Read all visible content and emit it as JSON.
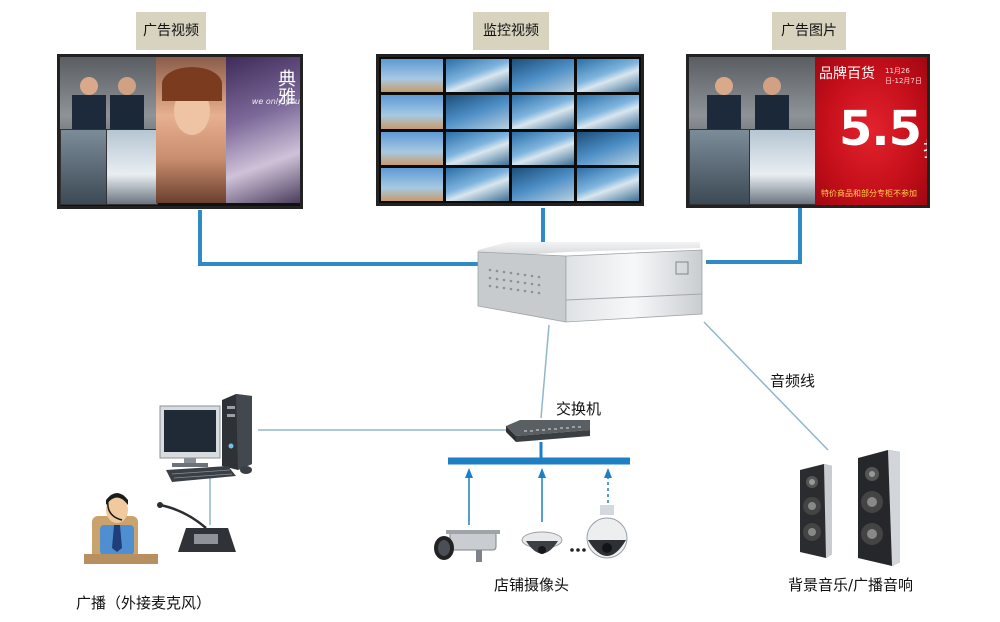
{
  "title_tags": {
    "ad_video": "广告视频",
    "monitor_video": "监控视频",
    "ad_image": "广告图片"
  },
  "screen_text": {
    "left_magazine_title": "典雅",
    "left_magazine_sub": "we only you",
    "right_ad_headline": "品牌百货",
    "right_ad_small": "11月26日-12月7日",
    "right_ad_big": "5.5",
    "right_ad_zhe": "折",
    "right_ad_foot": "特价商品和部分专柜不参加"
  },
  "labels": {
    "audio_line": "音频线",
    "switch": "交换机",
    "broadcast": "广播（外接麦克风）",
    "cameras": "店铺摄像头",
    "speakers": "背景音乐/广播音响"
  },
  "colors": {
    "link_blue": "#2f8ac8",
    "thin_line": "#8fb7cc",
    "bus_blue": "#1e7fc4",
    "tag_bg": "#d7d3bf"
  },
  "icons": [
    "computer-icon",
    "server-icon",
    "switch-icon",
    "speaker-icon",
    "bullet-camera-icon",
    "dome-camera-icon",
    "ptz-camera-icon",
    "microphone-icon",
    "operator-icon"
  ]
}
